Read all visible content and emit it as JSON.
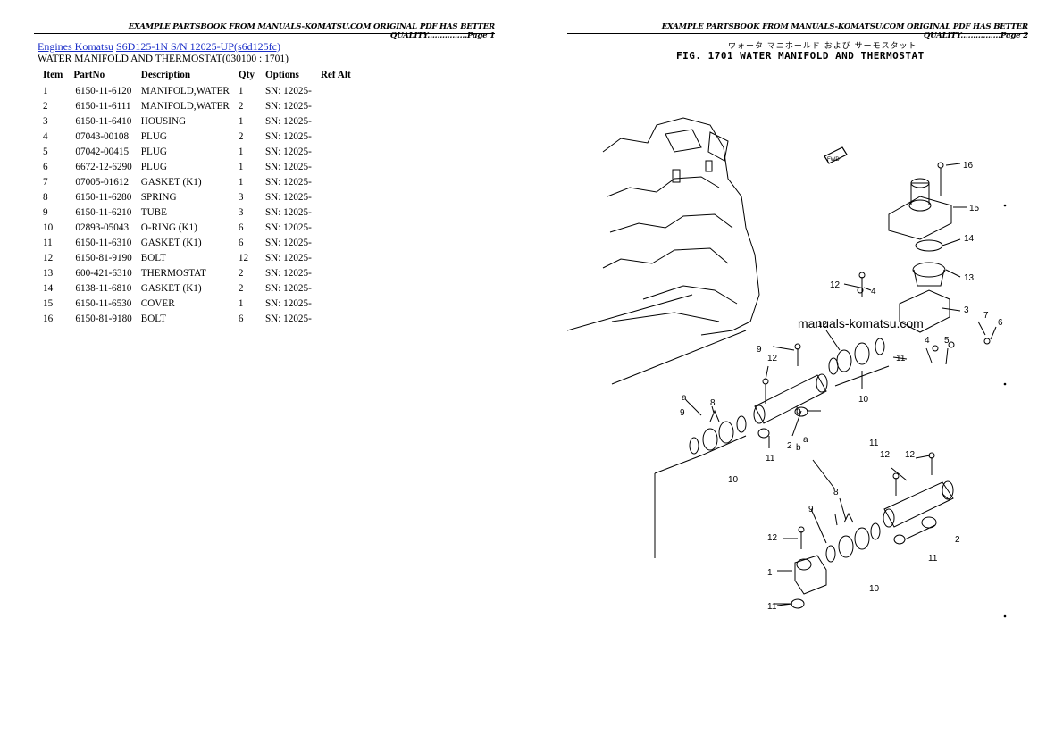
{
  "page1": {
    "header": "EXAMPLE PARTSBOOK FROM MANUALS-KOMATSU.COM ORIGINAL PDF HAS BETTER QUALITY................Page 1",
    "breadcrumb": {
      "link1": "Engines Komatsu",
      "link2": "S6D125-1N S/N 12025-UP(s6d125fc)"
    },
    "subtitle": "WATER MANIFOLD AND THERMOSTAT(030100 : 1701)",
    "table": {
      "headers": [
        "Item",
        "PartNo",
        "Description",
        "Qty",
        "Options",
        "Ref Alt"
      ],
      "rows": [
        [
          "1",
          "6150-11-6120",
          "MANIFOLD,WATER",
          "1",
          "SN: 12025-",
          ""
        ],
        [
          "2",
          "6150-11-6111",
          "MANIFOLD,WATER",
          "2",
          "SN: 12025-",
          ""
        ],
        [
          "3",
          "6150-11-6410",
          "HOUSING",
          "1",
          "SN: 12025-",
          ""
        ],
        [
          "4",
          "07043-00108",
          "PLUG",
          "2",
          "SN: 12025-",
          ""
        ],
        [
          "5",
          "07042-00415",
          "PLUG",
          "1",
          "SN: 12025-",
          ""
        ],
        [
          "6",
          "6672-12-6290",
          "PLUG",
          "1",
          "SN: 12025-",
          ""
        ],
        [
          "7",
          "07005-01612",
          "GASKET (K1)",
          "1",
          "SN: 12025-",
          ""
        ],
        [
          "8",
          "6150-11-6280",
          "SPRING",
          "3",
          "SN: 12025-",
          ""
        ],
        [
          "9",
          "6150-11-6210",
          "TUBE",
          "3",
          "SN: 12025-",
          ""
        ],
        [
          "10",
          "02893-05043",
          "O-RING (K1)",
          "6",
          "SN: 12025-",
          ""
        ],
        [
          "11",
          "6150-11-6310",
          "GASKET (K1)",
          "6",
          "SN: 12025-",
          ""
        ],
        [
          "12",
          "6150-81-9190",
          "BOLT",
          "12",
          "SN: 12025-",
          ""
        ],
        [
          "13",
          "600-421-6310",
          "THERMOSTAT",
          "2",
          "SN: 12025-",
          ""
        ],
        [
          "14",
          "6138-11-6810",
          "GASKET (K1)",
          "2",
          "SN: 12025-",
          ""
        ],
        [
          "15",
          "6150-11-6530",
          "COVER",
          "1",
          "SN: 12025-",
          ""
        ],
        [
          "16",
          "6150-81-9180",
          "BOLT",
          "6",
          "SN: 12025-",
          ""
        ]
      ]
    }
  },
  "page2": {
    "header": "EXAMPLE PARTSBOOK FROM MANUALS-KOMATSU.COM ORIGINAL PDF HAS BETTER QUALITY................Page 2",
    "fig_title_jp": "ウォータ マニホールド および サーモスタット",
    "fig_title": "FIG. 1701  WATER MANIFOLD AND THERMOSTAT",
    "watermark": "manuals-komatsu.com",
    "fwd_label": "FWD",
    "callouts": [
      "16",
      "15",
      "14",
      "13",
      "12",
      "4",
      "3",
      "7",
      "6",
      "9",
      "12",
      "12",
      "11",
      "4",
      "5",
      "10",
      "a",
      "8",
      "9",
      "b",
      "a",
      "11",
      "2",
      "b",
      "10",
      "11",
      "12",
      "12",
      "8",
      "9",
      "2",
      "12",
      "11",
      "1",
      "10",
      "11"
    ]
  }
}
